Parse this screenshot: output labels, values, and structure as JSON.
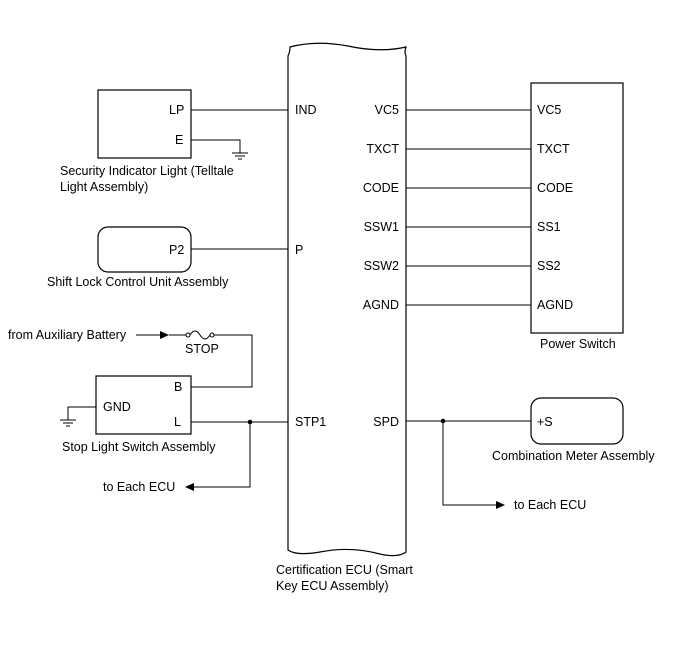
{
  "ecu": {
    "name_line1": "Certification ECU (Smart",
    "name_line2": "Key ECU Assembly)",
    "pins_left": [
      "IND",
      "P",
      "STP1"
    ],
    "pins_right": [
      "VC5",
      "TXCT",
      "CODE",
      "SSW1",
      "SSW2",
      "AGND",
      "SPD"
    ]
  },
  "security_light": {
    "pin_lp": "LP",
    "pin_e": "E",
    "name_line1": "Security Indicator Light (Telltale",
    "name_line2": "Light Assembly)"
  },
  "shift_lock": {
    "pin": "P2",
    "name": "Shift Lock Control Unit Assembly"
  },
  "aux_battery": {
    "label": "from Auxiliary Battery",
    "fuse_label": "STOP"
  },
  "stop_light_switch": {
    "pin_b": "B",
    "pin_l": "L",
    "pin_gnd": "GND",
    "name": "Stop Light Switch Assembly"
  },
  "to_each_ecu_left": "to Each ECU",
  "power_switch": {
    "pins": [
      "VC5",
      "TXCT",
      "CODE",
      "SS1",
      "SS2",
      "AGND"
    ],
    "name": "Power Switch"
  },
  "combination_meter": {
    "pin": "+S",
    "name": "Combination Meter Assembly"
  },
  "to_each_ecu_right": "to Each ECU"
}
